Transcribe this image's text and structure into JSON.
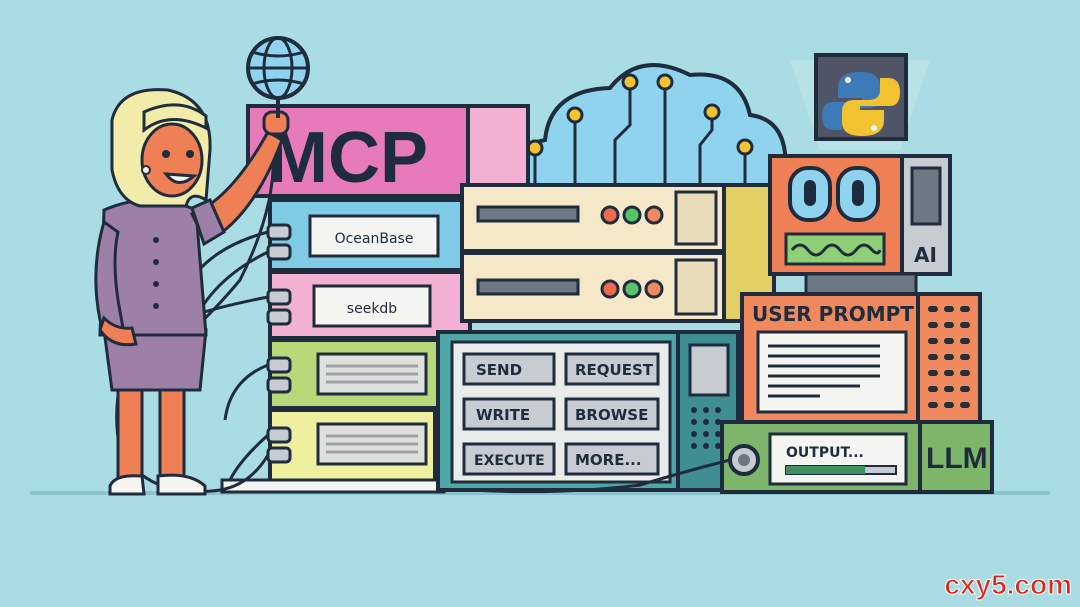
{
  "colors": {
    "background": "#a9dce3",
    "outline": "#1f2c3d",
    "mcp_panel": "#e77ab9",
    "cloud": "#8fd3ee",
    "server_cream": "#f4e8c8",
    "robot_orange": "#ef7f55",
    "prompt_panel": "#f08a5e",
    "llm_green": "#7db56a",
    "python_box": "#4f5566",
    "watermark_red": "#e0261b"
  },
  "icons": [
    "globe-icon",
    "python-logo-icon",
    "robot-face-icon",
    "cloud-network-icon",
    "led-lights-icon",
    "cable-plug-icon"
  ],
  "rack": {
    "mcp_label": "MCP",
    "modules": [
      {
        "label": "OceanBase"
      },
      {
        "label": "seekdb"
      },
      {
        "label": ""
      },
      {
        "label": ""
      }
    ]
  },
  "tools": {
    "buttons": [
      {
        "label": "SEND"
      },
      {
        "label": "REQUEST"
      },
      {
        "label": "WRITE"
      },
      {
        "label": "BROWSE"
      },
      {
        "label": "EXECUTE"
      },
      {
        "label": "MORE..."
      }
    ]
  },
  "robot": {
    "side_label": "AI"
  },
  "prompt": {
    "title": "USER PROMPT"
  },
  "output": {
    "label": "OUTPUT...",
    "progress": 0.72
  },
  "llm": {
    "label": "LLM"
  },
  "watermark": {
    "text": "cxy5.com"
  }
}
